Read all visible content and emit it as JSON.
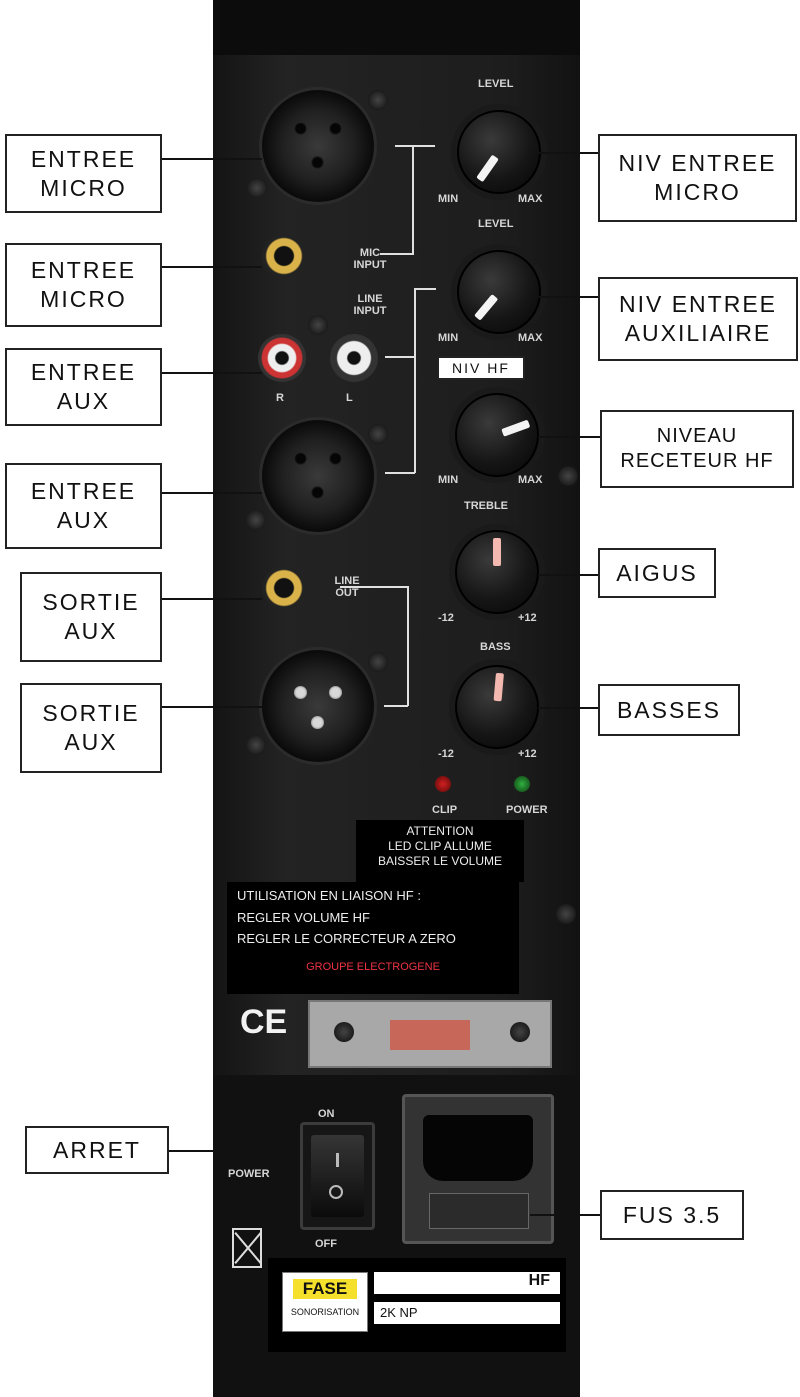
{
  "callouts": {
    "left": [
      {
        "lines": [
          "ENTREE",
          "MICRO"
        ]
      },
      {
        "lines": [
          "ENTREE",
          "MICRO"
        ]
      },
      {
        "lines": [
          "ENTREE",
          "AUX"
        ]
      },
      {
        "lines": [
          "ENTREE",
          "AUX"
        ]
      },
      {
        "lines": [
          "SORTIE",
          "AUX"
        ]
      },
      {
        "lines": [
          "SORTIE",
          "AUX"
        ]
      },
      {
        "lines": [
          "ARRET"
        ]
      }
    ],
    "right": [
      {
        "lines": [
          "NIV ENTREE",
          "MICRO"
        ]
      },
      {
        "lines": [
          "NIV ENTREE",
          "AUXILIAIRE"
        ]
      },
      {
        "lines": [
          "NIVEAU",
          "RECETEUR HF"
        ]
      },
      {
        "lines": [
          "AIGUS"
        ]
      },
      {
        "lines": [
          "BASSES"
        ]
      },
      {
        "lines": [
          "FUS 3.5"
        ]
      }
    ],
    "niv_hf": "NIV HF"
  },
  "panel_labels": {
    "level": "LEVEL",
    "min": "MIN",
    "max": "MAX",
    "mic_input": "MIC INPUT",
    "line_input": "LINE INPUT",
    "r": "R",
    "l": "L",
    "line_out": "LINE OUT",
    "treble": "TREBLE",
    "bass": "BASS",
    "minus12": "-12",
    "plus12": "+12",
    "clip": "CLIP",
    "power_led": "POWER",
    "on": "ON",
    "off": "OFF",
    "power": "POWER"
  },
  "warning_sticker": [
    "ATTENTION",
    "LED CLIP ALLUME",
    "BAISSER LE VOLUME"
  ],
  "usage_sticker": {
    "lines": [
      "UTILISATION EN LIAISON HF :",
      "REGLER VOLUME HF",
      "REGLER LE CORRECTEUR A ZERO"
    ],
    "footer": "GROUPE ELECTROGENE"
  },
  "ce_mark": "CE",
  "nameplate": {
    "brand": "FASE",
    "brand_sub": "SONORISATION",
    "model_top": "HF",
    "model": "2K NP"
  },
  "colors": {
    "clip_led": "#d02020",
    "power_led": "#30b040",
    "panel": "#1d1d1d"
  }
}
